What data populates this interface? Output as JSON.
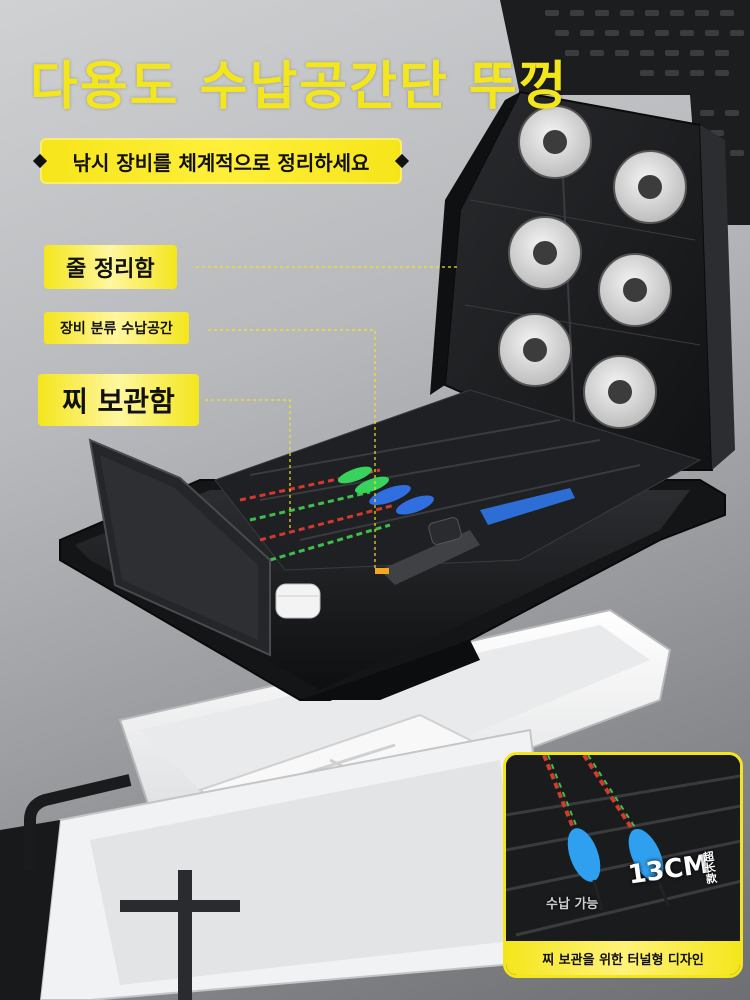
{
  "headline": "다용도 수납공간단 뚜껑",
  "subtitle": "낚시 장비를 체계적으로 정리하세요",
  "labels": {
    "line_organizer": "줄 정리함",
    "gear_storage": "장비 분류 수납공간",
    "float_case": "찌 보관함"
  },
  "inset": {
    "badge_main": "13CM",
    "badge_sub": "超长款",
    "storage_text": "수납 가능",
    "caption": "찌 보관을 위한 터널형 디자인"
  },
  "colors": {
    "accent_yellow": "#f4e61c",
    "body_black": "#1b1c1e",
    "tray_white": "#f2f3f4",
    "lure_green": "#37d35c",
    "lure_blue": "#2f6fe0"
  }
}
